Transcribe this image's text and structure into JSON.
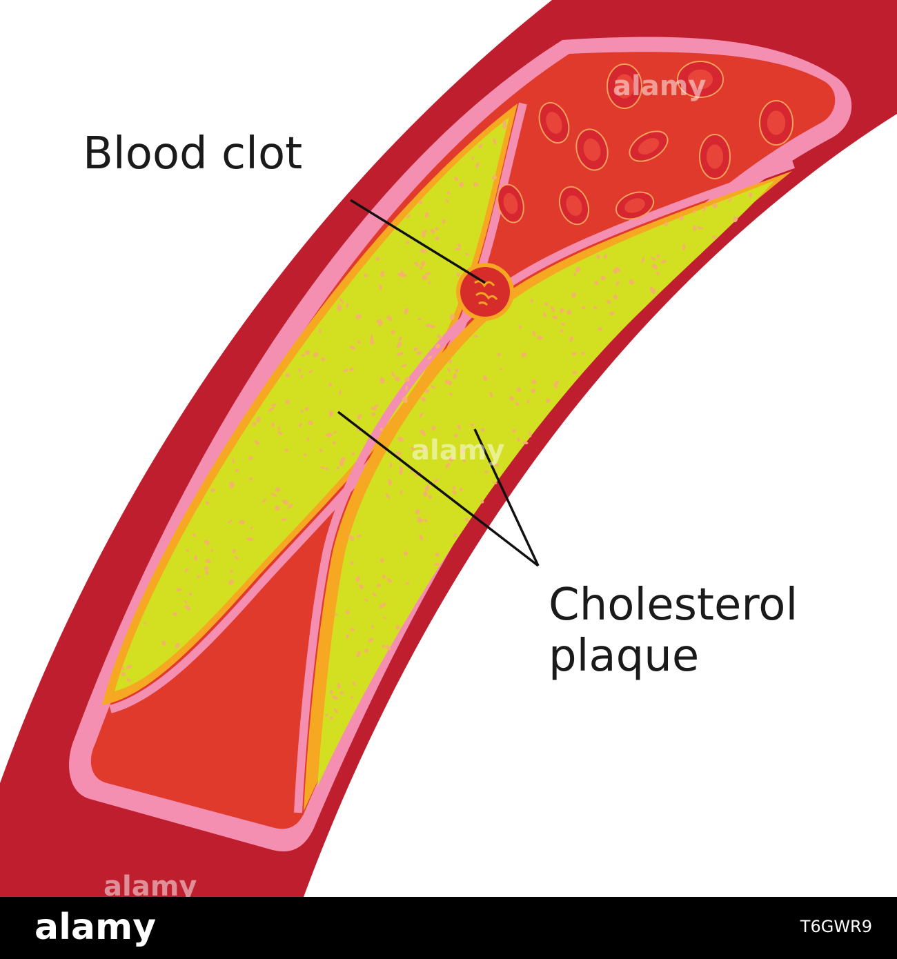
{
  "labels": {
    "blood_clot": "Blood clot",
    "cholesterol_line1": "Cholesterol",
    "cholesterol_line2": "plaque"
  },
  "watermark": {
    "brand": "alamy",
    "image_code": "T6GWR9"
  },
  "colors": {
    "artery_wall": "#bf1e2e",
    "intima_lining": "#f48fb1",
    "blood_lumen": "#e03a2c",
    "red_blood_cell": "#d6262f",
    "cholesterol_plaque": "#d2e021",
    "plaque_border": "#f7a823",
    "plaque_speckle": "#f5b26b",
    "pointer_line": "#111111"
  }
}
